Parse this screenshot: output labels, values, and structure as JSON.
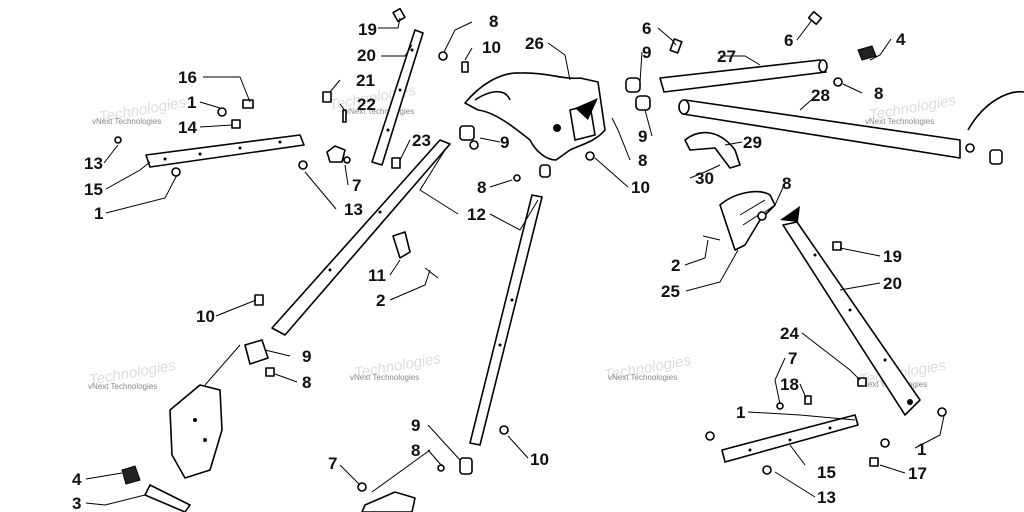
{
  "watermark": "vNext Technologies",
  "callouts": [
    {
      "id": "c1",
      "text": "19"
    },
    {
      "id": "c2",
      "text": "8"
    },
    {
      "id": "c3",
      "text": "20"
    },
    {
      "id": "c4",
      "text": "10"
    },
    {
      "id": "c5",
      "text": "26"
    },
    {
      "id": "c6",
      "text": "6"
    },
    {
      "id": "c7",
      "text": "9"
    },
    {
      "id": "c8",
      "text": "27"
    },
    {
      "id": "c9",
      "text": "6"
    },
    {
      "id": "c10",
      "text": "4"
    },
    {
      "id": "c11",
      "text": "16"
    },
    {
      "id": "c12",
      "text": "21"
    },
    {
      "id": "c13",
      "text": "1"
    },
    {
      "id": "c14",
      "text": "22"
    },
    {
      "id": "c15",
      "text": "14"
    },
    {
      "id": "c16",
      "text": "23"
    },
    {
      "id": "c17",
      "text": "8"
    },
    {
      "id": "c18",
      "text": "28"
    },
    {
      "id": "c19",
      "text": "9"
    },
    {
      "id": "c20",
      "text": "13"
    },
    {
      "id": "c21",
      "text": "15"
    },
    {
      "id": "c22",
      "text": "9"
    },
    {
      "id": "c23",
      "text": "29"
    },
    {
      "id": "c24",
      "text": "8"
    },
    {
      "id": "c25",
      "text": "7"
    },
    {
      "id": "c26",
      "text": "1"
    },
    {
      "id": "c27",
      "text": "13"
    },
    {
      "id": "c28",
      "text": "8"
    },
    {
      "id": "c29",
      "text": "10"
    },
    {
      "id": "c30",
      "text": "30"
    },
    {
      "id": "c31",
      "text": "12"
    },
    {
      "id": "c32",
      "text": "8"
    },
    {
      "id": "c33",
      "text": "11"
    },
    {
      "id": "c34",
      "text": "2"
    },
    {
      "id": "c35",
      "text": "19"
    },
    {
      "id": "c36",
      "text": "2"
    },
    {
      "id": "c37",
      "text": "10"
    },
    {
      "id": "c38",
      "text": "25"
    },
    {
      "id": "c39",
      "text": "20"
    },
    {
      "id": "c40",
      "text": "24"
    },
    {
      "id": "c41",
      "text": "9"
    },
    {
      "id": "c42",
      "text": "7"
    },
    {
      "id": "c43",
      "text": "8"
    },
    {
      "id": "c44",
      "text": "18"
    },
    {
      "id": "c45",
      "text": "1"
    },
    {
      "id": "c46",
      "text": "9"
    },
    {
      "id": "c47",
      "text": "8"
    },
    {
      "id": "c48",
      "text": "10"
    },
    {
      "id": "c49",
      "text": "1"
    },
    {
      "id": "c50",
      "text": "7"
    },
    {
      "id": "c51",
      "text": "15"
    },
    {
      "id": "c52",
      "text": "17"
    },
    {
      "id": "c53",
      "text": "4"
    },
    {
      "id": "c54",
      "text": "3"
    },
    {
      "id": "c55",
      "text": "13"
    }
  ]
}
